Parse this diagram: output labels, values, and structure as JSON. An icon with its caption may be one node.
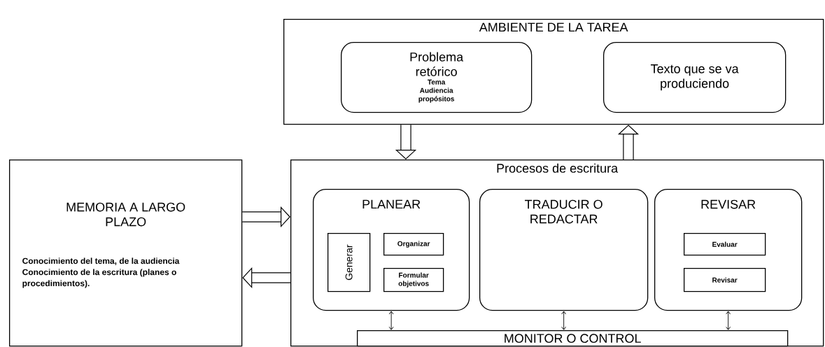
{
  "diagram": {
    "nodes": [
      {
        "text": [
          "AMBIENTE DE LA TAREA"
        ]
      },
      {
        "text": [
          "Problema retórico",
          "Tema",
          "Audiencia",
          "propósitos"
        ],
        "in": 0
      },
      {
        "text": [
          "Texto que se va produciendo"
        ],
        "in": 0
      },
      {
        "text": [
          "MEMORIA A LARGO PLAZO",
          "Conocimiento del tema, de la audiencia",
          "Conocimiento de la escritura (planes o procedimientos)."
        ]
      },
      {
        "text": [
          "Procesos de escritura"
        ]
      },
      {
        "text": [
          "PLANEAR"
        ],
        "in": 4
      },
      {
        "text": [
          "Generar"
        ],
        "in": 5
      },
      {
        "text": [
          "Organizar"
        ],
        "in": 5
      },
      {
        "text": [
          "Formular objetivos"
        ],
        "in": 5
      },
      {
        "text": [
          "TRADUCIR O REDACTAR"
        ],
        "in": 4
      },
      {
        "text": [
          "REVISAR"
        ],
        "in": 4
      },
      {
        "text": [
          "Evaluar"
        ],
        "in": 10
      },
      {
        "text": [
          "Revisar"
        ],
        "in": 10
      },
      {
        "text": [
          "MONITOR O CONTROL"
        ],
        "in": 4
      }
    ],
    "edges": [
      {
        "from": 0,
        "to": 4,
        "arrow": "to"
      },
      {
        "from": 4,
        "to": 0,
        "arrow": "to"
      },
      {
        "from": 3,
        "to": 4,
        "arrow": "to"
      },
      {
        "from": 4,
        "to": 3,
        "arrow": "to"
      },
      {
        "from": 5,
        "to": 13,
        "arrow": "both"
      },
      {
        "from": 9,
        "to": 13,
        "arrow": "both"
      },
      {
        "from": 10,
        "to": 13,
        "arrow": "both"
      }
    ]
  }
}
